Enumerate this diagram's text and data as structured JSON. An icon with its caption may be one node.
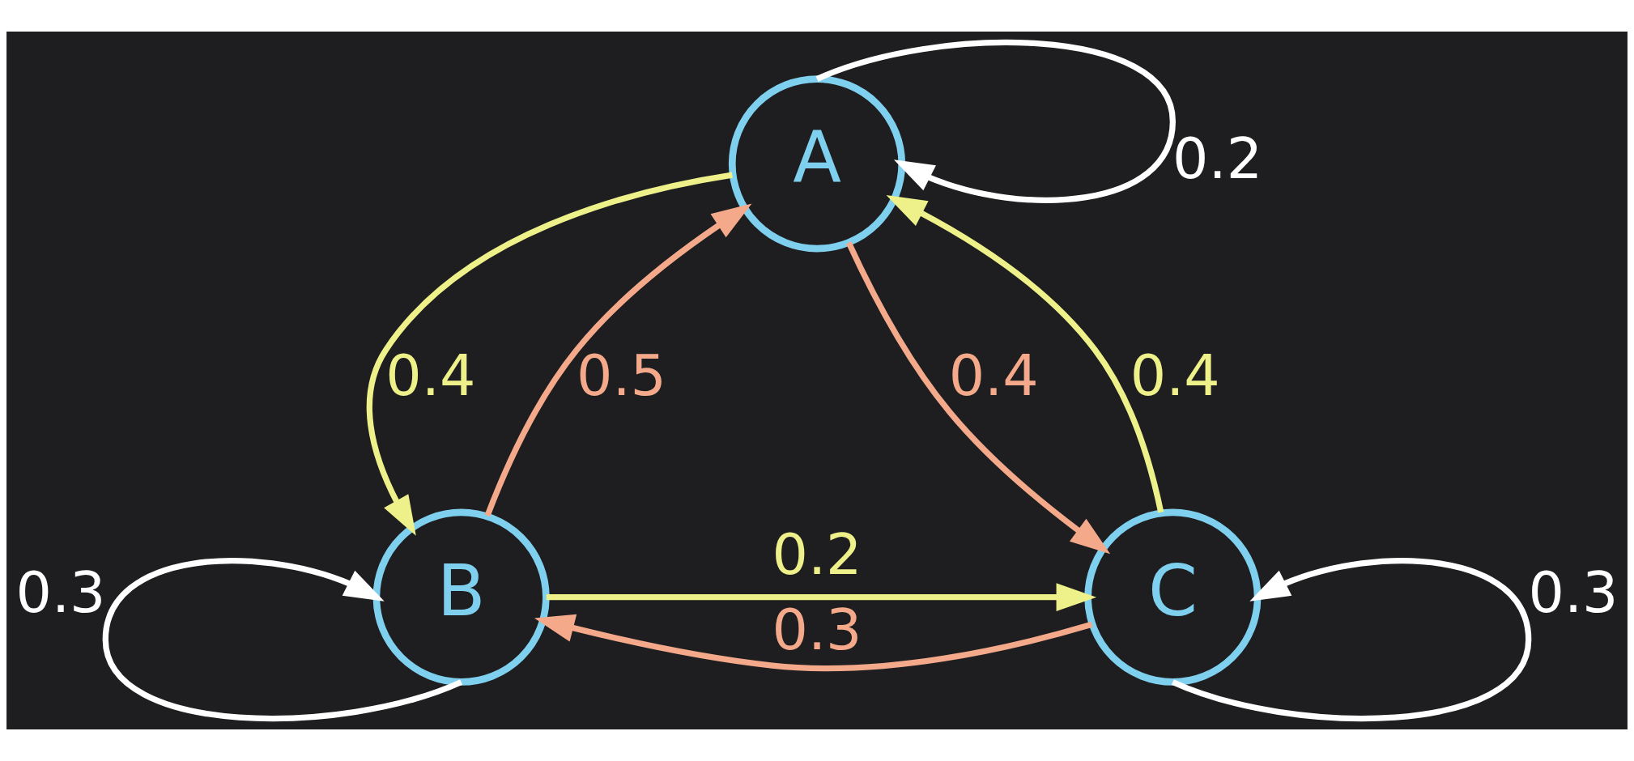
{
  "diagram": {
    "nodes": [
      {
        "text": [
          "A"
        ]
      },
      {
        "text": [
          "B"
        ]
      },
      {
        "text": [
          "C"
        ]
      }
    ],
    "edges": [
      {
        "from": 0,
        "to": 0,
        "arrow": "to",
        "label": "0.2",
        "color": "#ffffff"
      },
      {
        "from": 1,
        "to": 0,
        "arrow": "to",
        "label": "0.5",
        "color": "#f4a98a"
      },
      {
        "from": 0,
        "to": 1,
        "arrow": "to",
        "label": "0.4",
        "color": "#eef08a"
      },
      {
        "from": 0,
        "to": 2,
        "arrow": "to",
        "label": "0.4",
        "color": "#f4a98a"
      },
      {
        "from": 2,
        "to": 0,
        "arrow": "to",
        "label": "0.4",
        "color": "#eef08a"
      },
      {
        "from": 1,
        "to": 1,
        "arrow": "to",
        "label": "0.3",
        "color": "#ffffff"
      },
      {
        "from": 1,
        "to": 2,
        "arrow": "to",
        "label": "0.2",
        "color": "#eef08a"
      },
      {
        "from": 2,
        "to": 1,
        "arrow": "to",
        "label": "0.3",
        "color": "#f4a98a"
      },
      {
        "from": 2,
        "to": 2,
        "arrow": "to",
        "label": "0.3",
        "color": "#ffffff"
      }
    ]
  }
}
